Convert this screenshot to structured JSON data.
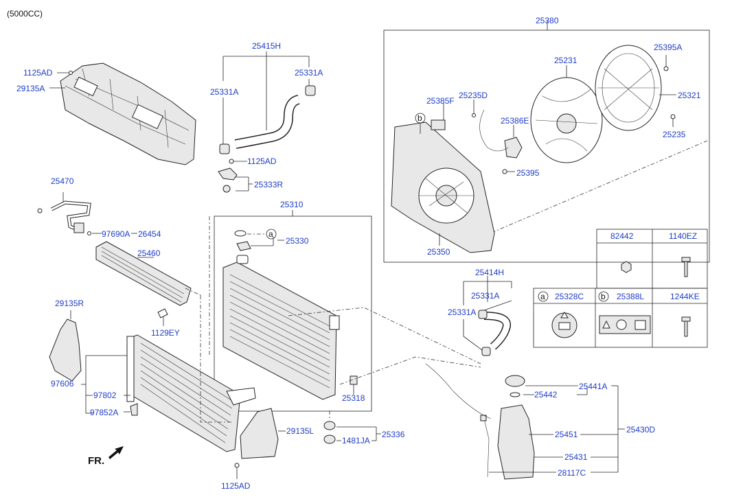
{
  "variant_label": "(5000CC)",
  "front_label": "FR.",
  "accent_color": "#1e3cc8",
  "parts": [
    {
      "id": "p_1125AD_top",
      "code": "1125AD"
    },
    {
      "id": "p_29135A",
      "code": "29135A"
    },
    {
      "id": "p_25415H",
      "code": "25415H"
    },
    {
      "id": "p_25331A_l",
      "code": "25331A"
    },
    {
      "id": "p_25331A_r",
      "code": "25331A"
    },
    {
      "id": "p_1125AD_mid",
      "code": "1125AD"
    },
    {
      "id": "p_25333R",
      "code": "25333R"
    },
    {
      "id": "p_25470",
      "code": "25470"
    },
    {
      "id": "p_97690A",
      "code": "97690A"
    },
    {
      "id": "p_26454",
      "code": "26454"
    },
    {
      "id": "p_25460",
      "code": "25460"
    },
    {
      "id": "p_29135R",
      "code": "29135R"
    },
    {
      "id": "p_1129EY",
      "code": "1129EY"
    },
    {
      "id": "p_97606",
      "code": "97606"
    },
    {
      "id": "p_97802",
      "code": "97802"
    },
    {
      "id": "p_97852A",
      "code": "97852A"
    },
    {
      "id": "p_29135L",
      "code": "29135L"
    },
    {
      "id": "p_1125AD_bot",
      "code": "1125AD"
    },
    {
      "id": "p_25310",
      "code": "25310"
    },
    {
      "id": "p_25330",
      "code": "25330"
    },
    {
      "id": "p_25318",
      "code": "25318"
    },
    {
      "id": "p_25336",
      "code": "25336"
    },
    {
      "id": "p_1481JA",
      "code": "1481JA"
    },
    {
      "id": "p_25380",
      "code": "25380"
    },
    {
      "id": "p_25395A",
      "code": "25395A"
    },
    {
      "id": "p_25231",
      "code": "25231"
    },
    {
      "id": "p_25321",
      "code": "25321"
    },
    {
      "id": "p_25235D",
      "code": "25235D"
    },
    {
      "id": "p_25385F",
      "code": "25385F"
    },
    {
      "id": "p_25386E",
      "code": "25386E"
    },
    {
      "id": "p_25235",
      "code": "25235"
    },
    {
      "id": "p_25395",
      "code": "25395"
    },
    {
      "id": "p_25350",
      "code": "25350"
    },
    {
      "id": "p_25414H",
      "code": "25414H"
    },
    {
      "id": "p_25331A_a",
      "code": "25331A"
    },
    {
      "id": "p_25331A_b",
      "code": "25331A"
    },
    {
      "id": "p_25441A",
      "code": "25441A"
    },
    {
      "id": "p_25442",
      "code": "25442"
    },
    {
      "id": "p_25430D",
      "code": "25430D"
    },
    {
      "id": "p_25451",
      "code": "25451"
    },
    {
      "id": "p_25431",
      "code": "25431"
    },
    {
      "id": "p_28117C",
      "code": "28117C"
    }
  ],
  "callout_table": {
    "headers_top": [
      "82442",
      "1140EZ"
    ],
    "row_labels": [
      {
        "marker": "a",
        "code": "25328C"
      },
      {
        "marker": "b",
        "code": "25388L"
      }
    ],
    "extra_header": "1244KE"
  },
  "markers": [
    {
      "id": "m_a",
      "letter": "a"
    },
    {
      "id": "m_b",
      "letter": "b"
    }
  ]
}
